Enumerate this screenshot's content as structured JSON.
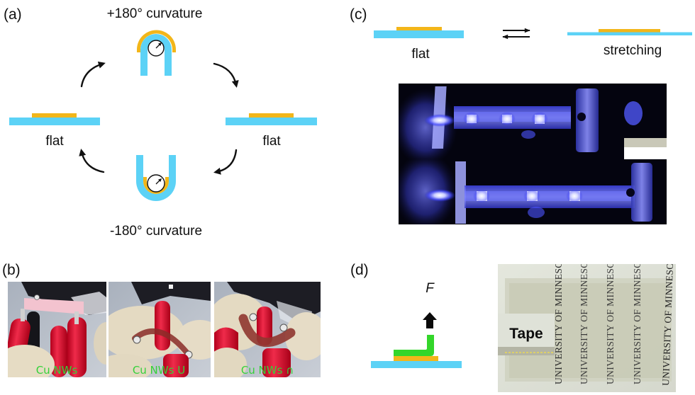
{
  "colors": {
    "substrate": "#5cd2f6",
    "electrode": "#f2b61a",
    "tape_green": "#33d62a",
    "ink": "#111111",
    "photo_label_green": "#35d13a",
    "led_glow": "#4d55ff"
  },
  "panels": {
    "a": {
      "label": "(a)",
      "top_caption": "+180° curvature",
      "bottom_caption": "-180° curvature",
      "left_caption": "flat",
      "right_caption": "flat",
      "states": [
        "flat",
        "+180° curvature",
        "flat",
        "-180° curvature"
      ],
      "icons": [
        "curved-arrow-icon",
        "curved-arrow-icon",
        "curved-arrow-icon",
        "curved-arrow-icon",
        "radius-circle-icon",
        "radius-circle-icon"
      ]
    },
    "b": {
      "label": "(b)",
      "photos": [
        {
          "caption": "Cu NWs"
        },
        {
          "caption": "Cu NWs U"
        },
        {
          "caption": "Cu NWs ∩"
        }
      ]
    },
    "c": {
      "label": "(c)",
      "left_caption": "flat",
      "right_caption": "stretching",
      "icons": [
        "equilibrium-arrows-icon"
      ],
      "photo_rows": [
        {
          "state": "flat",
          "led_count": 3
        },
        {
          "state": "stretching",
          "led_count": 3
        }
      ]
    },
    "d": {
      "label": "(d)",
      "force_label": "F",
      "icons": [
        "up-arrow-icon"
      ],
      "photo": {
        "tape_label": "Tape",
        "repeated_text": "UNIVERSITY OF MINNESOTA",
        "repeat_count": 5
      }
    }
  }
}
